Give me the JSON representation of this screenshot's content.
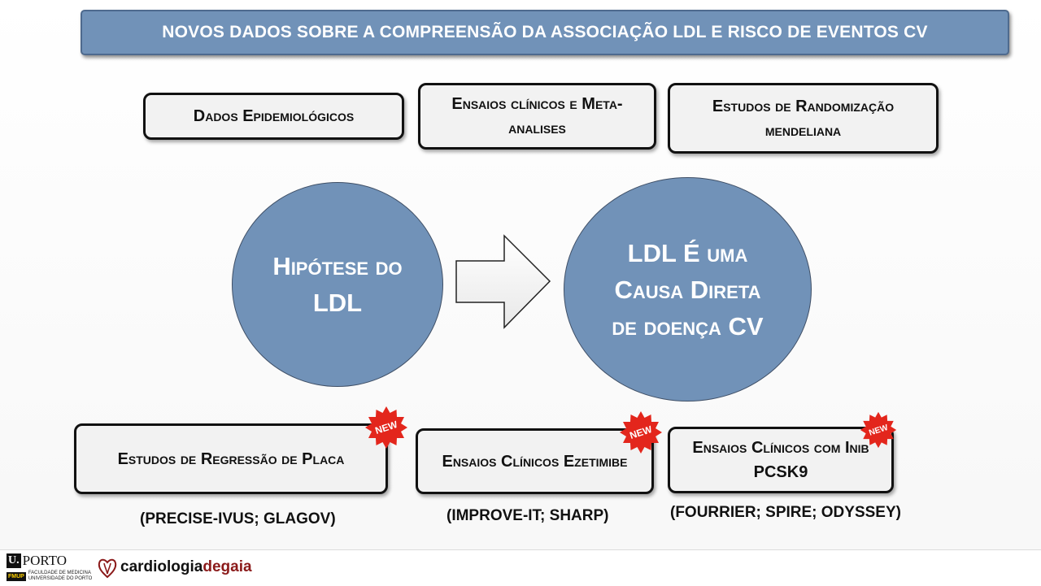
{
  "title": "NOVOS DADOS SOBRE A COMPREENSÃO DA ASSOCIAÇÃO LDL E RISCO DE EVENTOS CV",
  "top_boxes": [
    {
      "label": "Dados Epidemiológicos"
    },
    {
      "label": "Ensaios clínicos e Meta-analises"
    },
    {
      "label": "Estudos de Randomização mendeliana"
    }
  ],
  "hypothesis": "Hipótese do LDL",
  "conclusion": "LDL É uma Causa Direta de doença CV",
  "bottom_boxes": [
    {
      "label": "Estudos de Regressão de Placa",
      "refs": "(PRECISE-IVUS; GLAGOV)",
      "badge": "NEW"
    },
    {
      "label": "Ensaios Clínicos Ezetimibe",
      "refs": "(IMPROVE-IT; SHARP)",
      "badge": "NEW"
    },
    {
      "label": "Ensaios Clínicos com Inib PCSK9",
      "refs": "(FOURRIER; SPIRE; ODYSSEY)",
      "badge": "NEW"
    }
  ],
  "footer": {
    "uporto_u": "U.",
    "uporto_name": "PORTO",
    "fmup": "FMUP",
    "faculty_line1": "FACULDADE DE MEDICINA",
    "faculty_line2": "UNIVERSIDADE DO PORTO",
    "cardio_part1": "cardiologia",
    "cardio_part2": "degaia"
  },
  "colors": {
    "accent_blue": "#7192b8",
    "badge_red": "#e3261c",
    "brand_red": "#8b1a1a"
  }
}
